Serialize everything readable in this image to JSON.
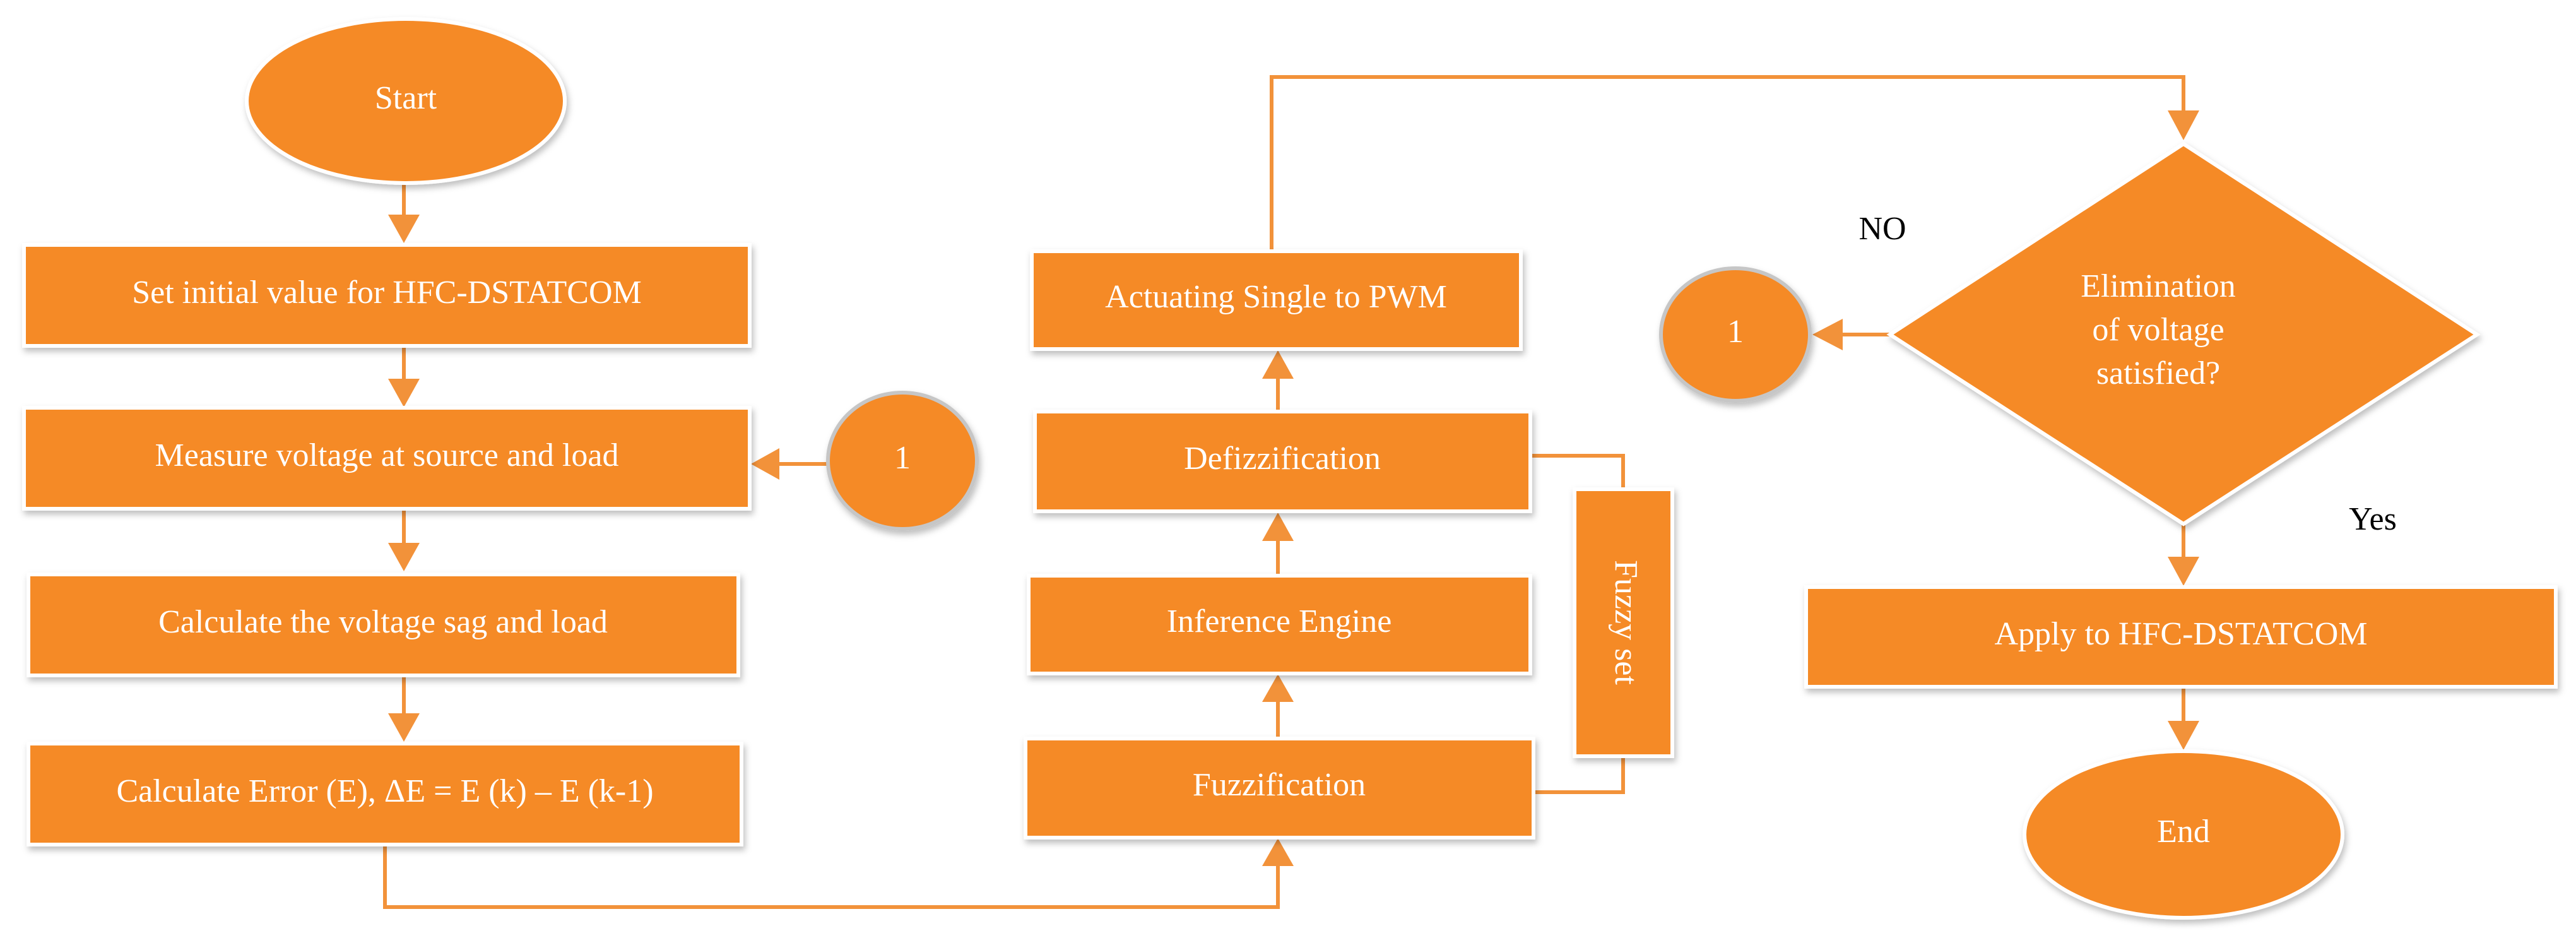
{
  "colors": {
    "fill": "#f58a28",
    "fill_light": "#f8a257",
    "border": "#ffffff",
    "connector": "#f2923a",
    "text_on_shape": "#ffffff",
    "label_text": "#000000"
  },
  "nodes": {
    "start": "Start",
    "set_initial": "Set initial value for HFC-DSTATCOM",
    "measure": "Measure voltage at source and load",
    "calc_sag": "Calculate the voltage sag and load",
    "calc_error": "Calculate Error (E), ΔE = E (k) – E (k-1)",
    "connector_left": "1",
    "fuzzification": "Fuzzification",
    "inference": "Inference Engine",
    "defuzz": "Defizzification",
    "actuating": "Actuating Single to PWM",
    "fuzzy_set": "Fuzzy set",
    "decision_line1": "Elimination",
    "decision_line2": "of voltage",
    "decision_line3": "satisfied?",
    "connector_right": "1",
    "apply": "Apply to HFC-DSTATCOM",
    "end": "End"
  },
  "labels": {
    "no": "NO",
    "yes": "Yes"
  }
}
